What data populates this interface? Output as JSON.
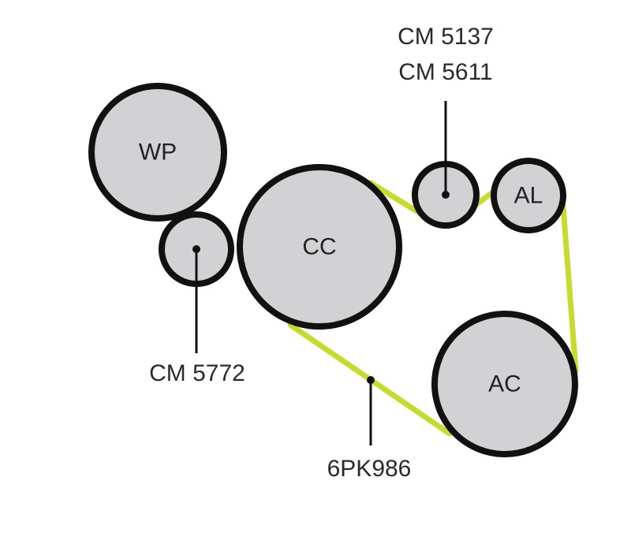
{
  "pulleys": {
    "wp": "WP",
    "cc": "CC",
    "al": "AL",
    "ac": "AC"
  },
  "callouts": {
    "tensioner_line1": "CM 5137",
    "tensioner_line2": "CM 5611",
    "idler": "CM 5772",
    "belt": "6PK986"
  },
  "colors": {
    "belt": "#c6db2c",
    "pulley_fill": "#d2d2d4",
    "outline": "#111111"
  }
}
